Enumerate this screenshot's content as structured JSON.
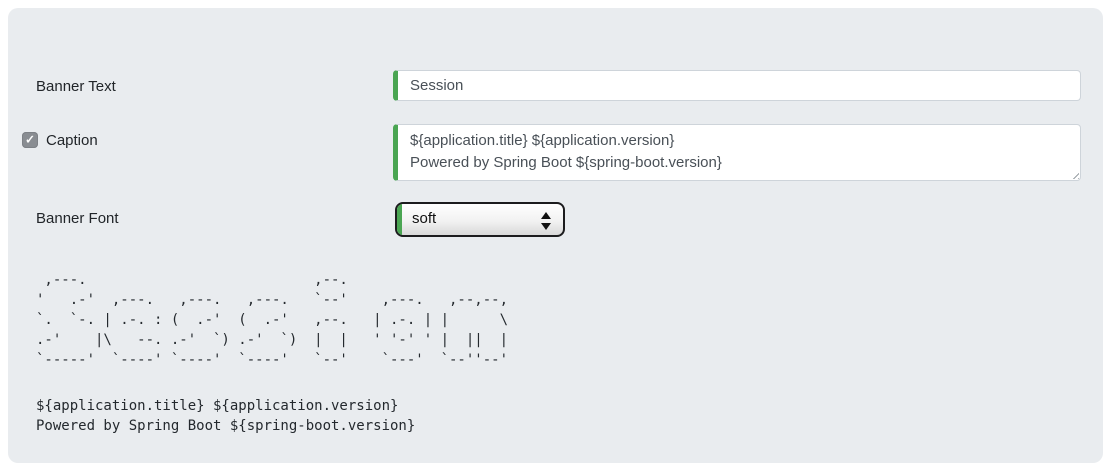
{
  "colors": {
    "accent_green": "#4aa552",
    "card_bg": "#e9ecef",
    "select_border": "#1c1c1e"
  },
  "icons": {
    "checkmark": "✓"
  },
  "form": {
    "banner_text": {
      "label": "Banner Text",
      "value": "Session"
    },
    "caption": {
      "label": "Caption",
      "checked": true,
      "value": "${application.title} ${application.version}\nPowered by Spring Boot ${spring-boot.version}"
    },
    "banner_font": {
      "label": "Banner Font",
      "selected_option": "soft"
    }
  },
  "preview": {
    "banner_lines": [
      " ,---.                           ,--.",
      "'   .-'  ,---.   ,---.   ,---.   `--'    ,---.   ,--,--,",
      "`.  `-. | .-. : (  .-'  (  .-'   ,--.   | .-. | |      \\",
      ".-'    |\\   --. .-'  `) .-'  `)  |  |   ' '-' ' |  ||  |",
      "`-----'  `----' `----'  `----'   `--'    `---'  `--''--'"
    ],
    "caption_lines": [
      "${application.title} ${application.version}",
      "Powered by Spring Boot ${spring-boot.version}"
    ]
  }
}
